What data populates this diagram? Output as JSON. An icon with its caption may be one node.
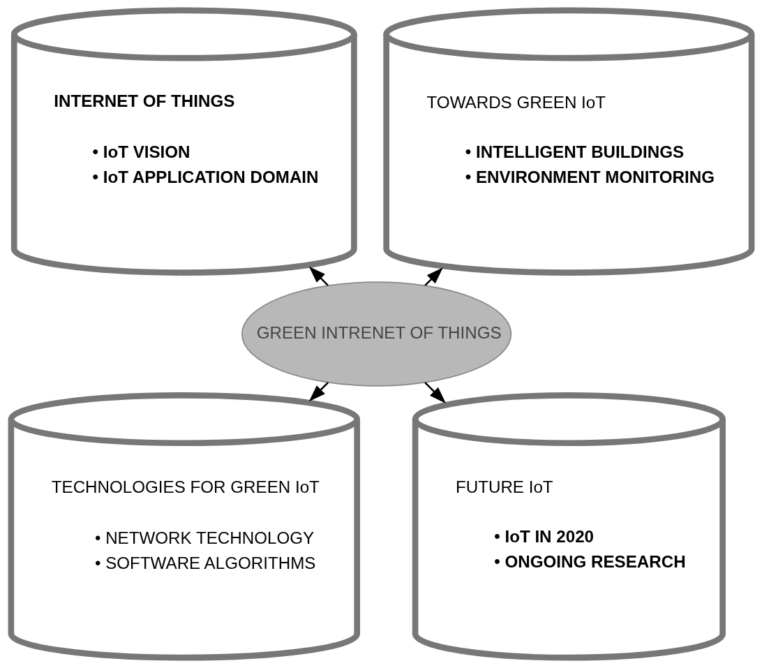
{
  "diagram": {
    "nodes": [
      {
        "text": [
          "INTERNET OF THINGS",
          "• IoT VISION",
          "• IoT APPLICATION DOMAIN"
        ]
      },
      {
        "text": [
          "TOWARDS GREEN IoT",
          "• INTELLIGENT BUILDINGS",
          "• ENVIRONMENT MONITORING"
        ]
      },
      {
        "text": [
          "GREEN INTRENET OF THINGS"
        ]
      },
      {
        "text": [
          "TECHNOLOGIES FOR GREEN IoT",
          "• NETWORK TECHNOLOGY",
          "• SOFTWARE ALGORITHMS"
        ]
      },
      {
        "text": [
          "FUTURE IoT",
          "• IoT IN 2020",
          "• ONGOING RESEARCH"
        ]
      }
    ],
    "edges": [
      {
        "from": 2,
        "to": 0,
        "arrow": "to"
      },
      {
        "from": 2,
        "to": 1,
        "arrow": "to"
      },
      {
        "from": 2,
        "to": 3,
        "arrow": "to"
      },
      {
        "from": 2,
        "to": 4,
        "arrow": "to"
      }
    ]
  }
}
